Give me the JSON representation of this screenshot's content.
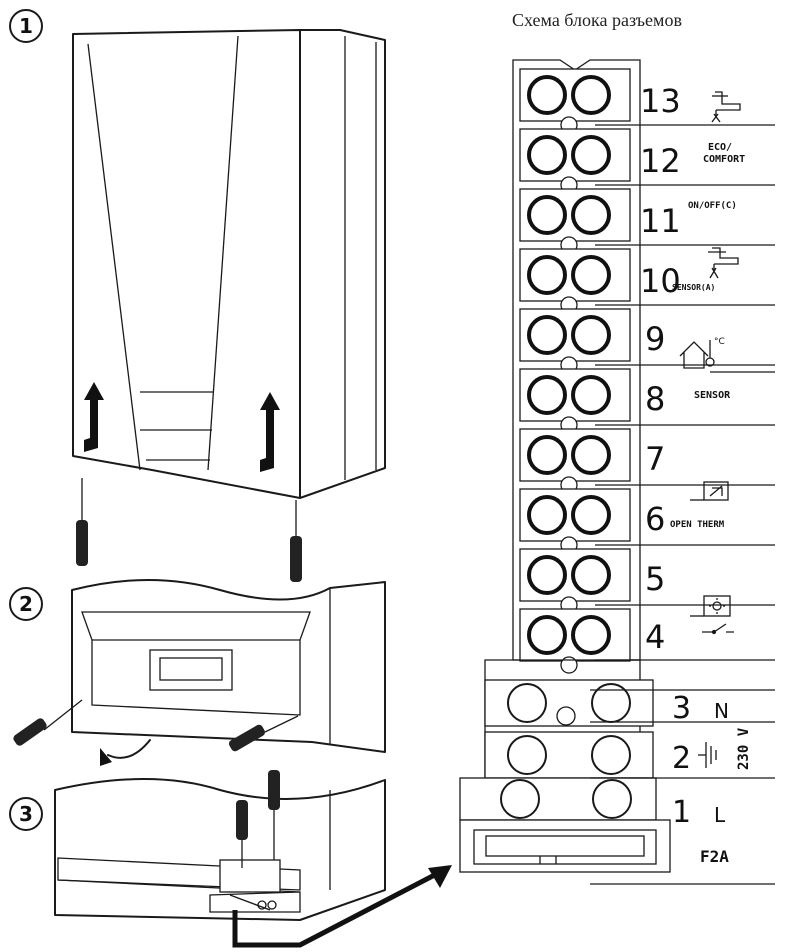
{
  "title": "Схема блока разъемов",
  "steps": [
    "1",
    "2",
    "3"
  ],
  "terminals": [
    {
      "num": "13",
      "label": ""
    },
    {
      "num": "12",
      "label": "ECO / COMFORT"
    },
    {
      "num": "11",
      "label": "ON/OFF(C)"
    },
    {
      "num": "10",
      "label": "SENSOR(A)"
    },
    {
      "num": "9",
      "label": ""
    },
    {
      "num": "8",
      "label": "SENSOR"
    },
    {
      "num": "7",
      "label": ""
    },
    {
      "num": "6",
      "label": "OPEN THERM"
    },
    {
      "num": "5",
      "label": ""
    },
    {
      "num": "4",
      "label": ""
    },
    {
      "num": "3",
      "label": "N"
    },
    {
      "num": "2",
      "label": ""
    },
    {
      "num": "1",
      "label": "L"
    }
  ],
  "voltage_label": "230 V",
  "fuse_label": "F2A",
  "icons": [
    "water-tap-icon",
    "water-tap-sensor-icon",
    "house-thermometer-icon",
    "open-therm-icon",
    "room-thermostat-icon",
    "ground-icon"
  ]
}
